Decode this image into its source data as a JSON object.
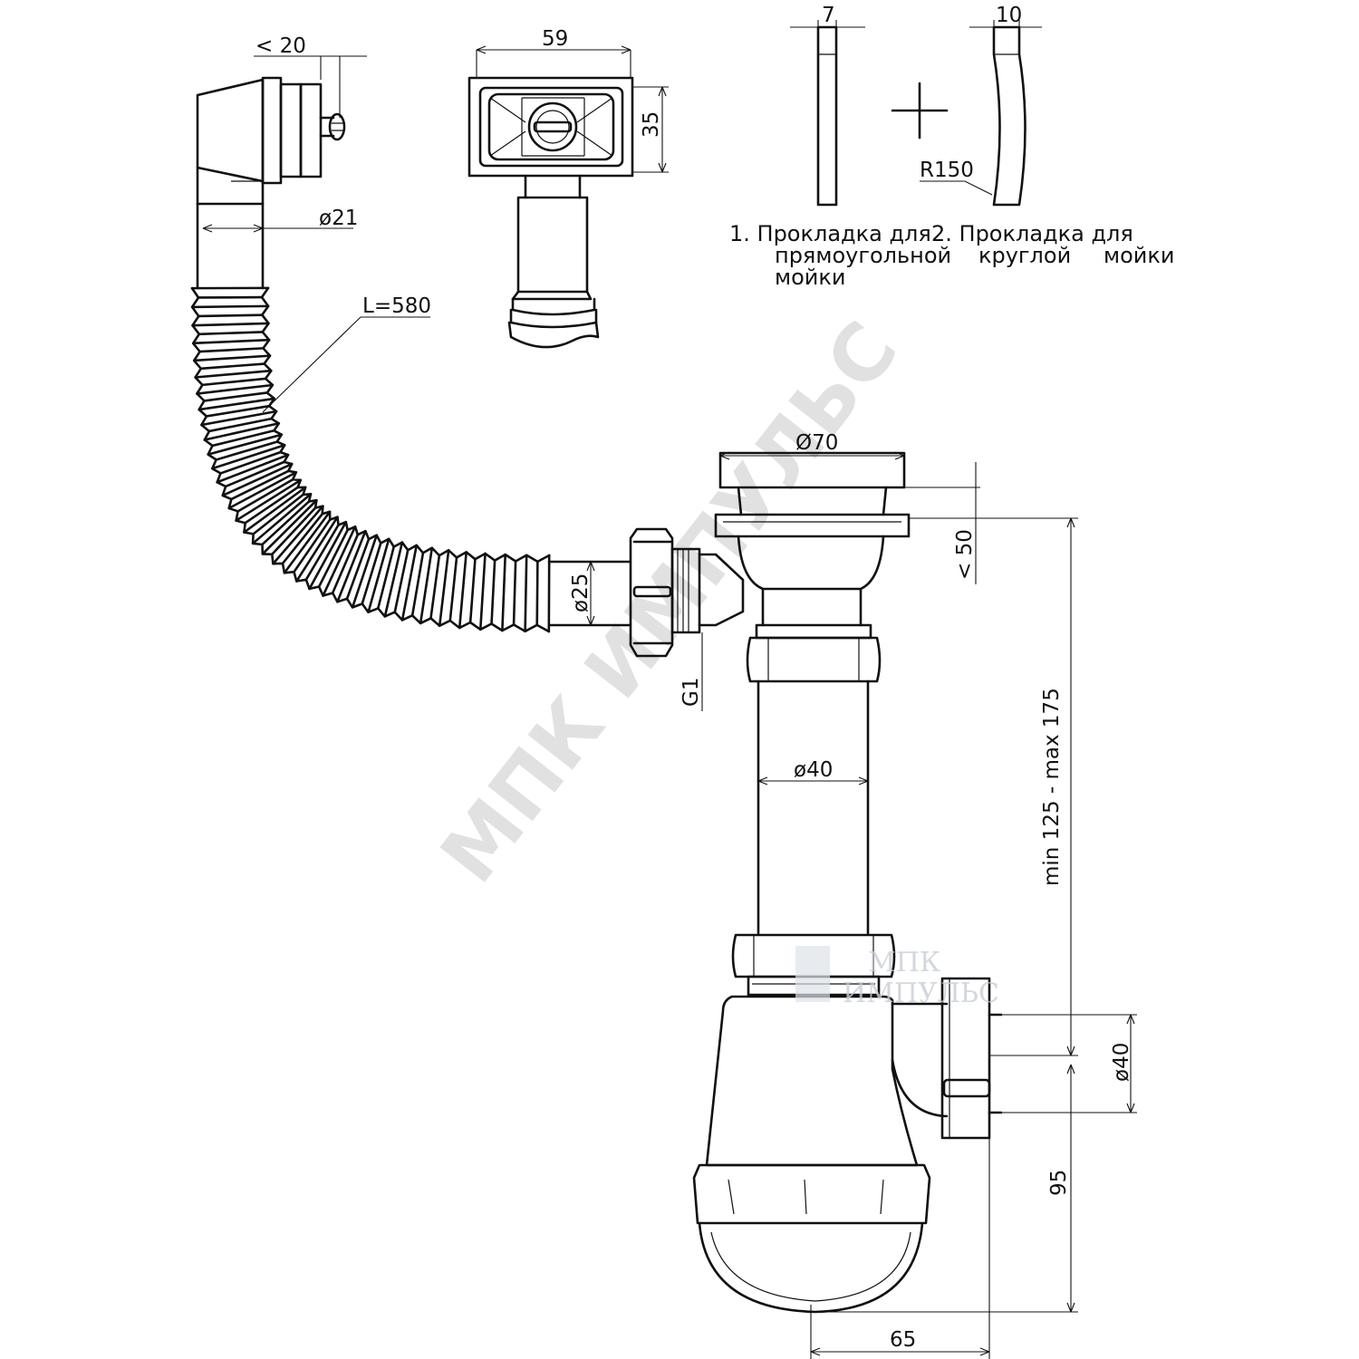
{
  "dimensions": {
    "overflow_depth": "< 20",
    "overflow_width": "59",
    "overflow_height": "35",
    "overflow_pipe_diameter": "ø21",
    "hose_length": "L=580",
    "hose_diameter": "ø25",
    "thread": "G1",
    "grid_diameter": "Ø70",
    "sink_thickness": "< 50",
    "tube_diameter": "ø40",
    "outlet_diameter": "ø40",
    "height_range": "min 125 - max 175",
    "bottle_height": "95",
    "outlet_offset": "65",
    "gasket1_thickness": "7",
    "gasket2_thickness": "10",
    "gasket_radius": "R150"
  },
  "notes": {
    "gasket1": [
      "1. Прокладка для",
      "прямоугольной",
      "мойки"
    ],
    "gasket2": [
      "2. Прокладка для",
      "круглой",
      "мойки"
    ]
  },
  "watermark": "МПК ИМПУЛЬС",
  "logo": [
    "МПК",
    "ИМПУЛЬС"
  ]
}
